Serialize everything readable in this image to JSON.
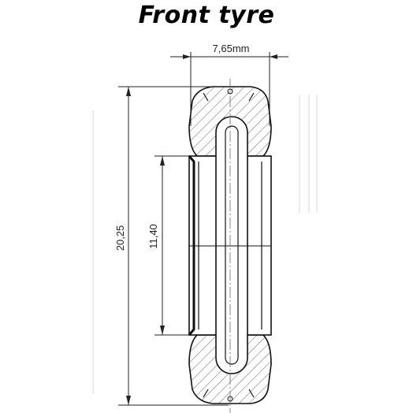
{
  "title": "Front tyre",
  "dimensions": {
    "width_label": "7,65mm",
    "outer_diameter_label": "20,25",
    "rim_diameter_label": "11,40"
  }
}
